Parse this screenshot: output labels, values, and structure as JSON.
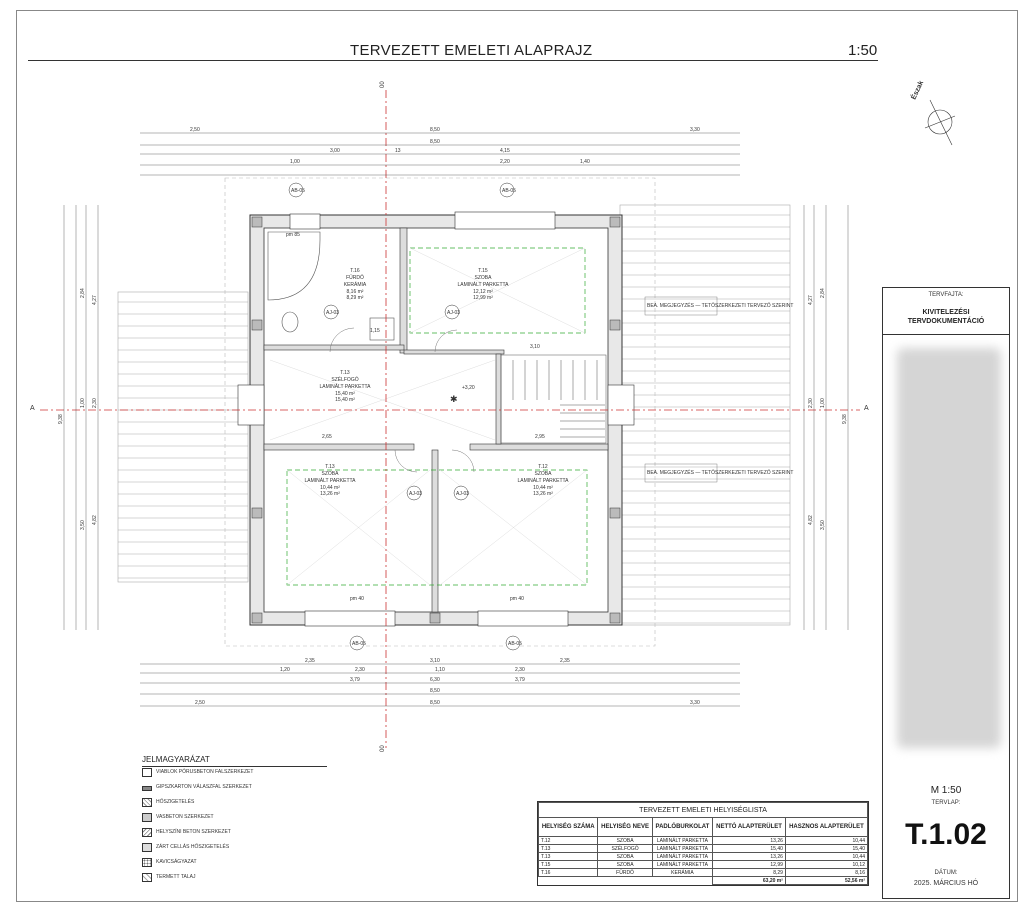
{
  "header": {
    "title": "TERVEZETT EMELETI ALAPRAJZ",
    "scale": "1:50"
  },
  "north_label": "Észak",
  "section_marks": {
    "axis_a": "A",
    "axis_b": "00"
  },
  "rooms": [
    {
      "id": "T.16",
      "name": "FÜRDŐ",
      "floor": "KERÁMIA",
      "net": "8,16 m²",
      "gross": "8,29 m²"
    },
    {
      "id": "T.15",
      "name": "SZOBA",
      "floor": "LAMINÁLT PARKETTA",
      "net": "12,12 m²",
      "gross": "12,99 m²"
    },
    {
      "id": "T.13",
      "name": "SZÉLFOGÓ",
      "floor": "LAMINÁLT PARKETTA",
      "net": "15,40 m²",
      "gross": "15,40 m²"
    },
    {
      "id": "T.13",
      "name": "SZOBA",
      "floor": "LAMINÁLT PARKETTA",
      "net": "10,44 m²",
      "gross": "13,26 m²"
    },
    {
      "id": "T.12",
      "name": "SZOBA",
      "floor": "LAMINÁLT PARKETTA",
      "net": "10,44 m²",
      "gross": "13,26 m²"
    }
  ],
  "plan_labels": {
    "level": "+3,20",
    "door_tag": "AJ-03",
    "window_top_left": "AB-05",
    "window_top_right": "AB-05",
    "window_bottom_left": "AB-05",
    "window_bottom_right": "AB-05",
    "parapet_a": "pm 85",
    "parapet_b": "pm 40",
    "note_text": "BEA. MEGJEGYZÉS — TETŐSZERKEZETI TERVEZŐ SZERINT"
  },
  "dims": {
    "top_total": "8,50",
    "top_left": "2,50",
    "top_right": "3,30",
    "top_sub": [
      "3,00",
      "13",
      "4,15"
    ],
    "top_sub2": [
      "1,00",
      "2,20",
      "1,40"
    ],
    "bottom_total": "8,50",
    "bottom_left": "2,50",
    "bottom_right": "3,30",
    "bottom_sub": [
      "2,35",
      "3,10",
      "2,35"
    ],
    "bottom_sub2": [
      "1,20",
      "2,30",
      "1,10",
      "2,30"
    ],
    "bottom_sub3": [
      "3,79",
      "6,30",
      "3,79"
    ],
    "left_total": "9,38",
    "left_parts": [
      "2,84",
      "4,27",
      "1,00",
      "2,30",
      "3,50",
      "4,82"
    ],
    "right_total": "9,38",
    "right_parts": [
      "2,84",
      "4,27",
      "1,00",
      "2,30",
      "3,50",
      "4,82"
    ],
    "inner": [
      "2,65",
      "3,10",
      "2,95",
      "1,15"
    ]
  },
  "legend": {
    "title": "JELMAGYARÁZAT",
    "items": [
      "VIABLOK PÓRUSBETON FALSZERKEZET",
      "GIPSZKARTON VÁLASZFAL SZERKEZET",
      "HŐSZIGETELÉS",
      "VASBETON SZERKEZET",
      "HELYSZÍNI BETON SZERKEZET",
      "ZÁRT CELLÁS HŐSZIGETELÉS",
      "KAVICSÁGYAZAT",
      "TERMETT TALAJ"
    ]
  },
  "room_table": {
    "caption": "TERVEZETT EMELETI HELYISÉGLISTA",
    "headers": [
      "HELYISÉG SZÁMA",
      "HELYISÉG NEVE",
      "PADLÓBURKOLAT",
      "NETTÓ ALAPTERÜLET",
      "HASZNOS ALAPTERÜLET"
    ],
    "rows": [
      [
        "T.12",
        "SZOBA",
        "LAMINÁLT PARKETTA",
        "13,26",
        "10,44"
      ],
      [
        "T.13",
        "SZÉLFOGÓ",
        "LAMINÁLT PARKETTA",
        "15,40",
        "15,40"
      ],
      [
        "T.13",
        "SZOBA",
        "LAMINÁLT PARKETTA",
        "13,26",
        "10,44"
      ],
      [
        "T.15",
        "SZOBA",
        "LAMINÁLT PARKETTA",
        "12,99",
        "10,12"
      ],
      [
        "T.16",
        "FÜRDŐ",
        "KERÁMIA",
        "8,29",
        "8,16"
      ]
    ],
    "totals": [
      "63,20 m²",
      "52,56 m²"
    ]
  },
  "title_block": {
    "type_label": "TERVFAJTA:",
    "type_value_1": "KIVITELEZÉSI",
    "type_value_2": "TERVDOKUMENTÁCIÓ",
    "scale": "M 1:50",
    "sheet_label": "TERVLAP:",
    "sheet_number": "T.1.02",
    "date_label": "DÁTUM:",
    "date_value": "2025. MÁRCIUS HÓ"
  }
}
